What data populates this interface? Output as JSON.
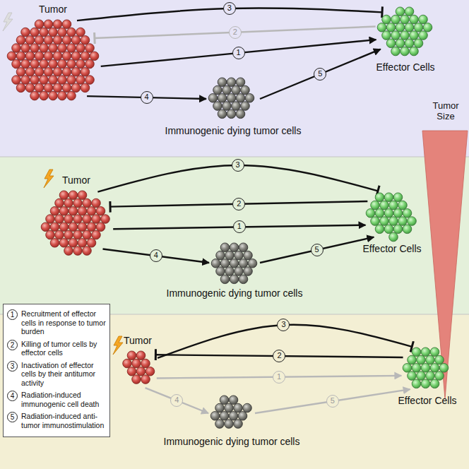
{
  "diagram": {
    "nodes": [
      {
        "text": [
          "Tumor"
        ]
      },
      {
        "text": [
          "Effector Cells"
        ]
      },
      {
        "text": [
          "Immunogenic dying tumor cells"
        ]
      },
      {
        "text": [
          "Tumor"
        ]
      },
      {
        "text": [
          "Effector Cells"
        ]
      },
      {
        "text": [
          "Immunogenic dying tumor cells"
        ]
      },
      {
        "text": [
          "Tumor"
        ]
      },
      {
        "text": [
          "Effector Cells"
        ]
      },
      {
        "text": [
          "Immunogenic dying tumor cells"
        ]
      }
    ],
    "edges": [
      {
        "from": 0,
        "to": 1,
        "label": "1",
        "arrow": "to"
      },
      {
        "from": 1,
        "to": 0,
        "label": "2",
        "arrow": "to"
      },
      {
        "from": 0,
        "to": 1,
        "label": "3",
        "arrow": "to"
      },
      {
        "from": 0,
        "to": 2,
        "label": "4",
        "arrow": "to"
      },
      {
        "from": 2,
        "to": 1,
        "label": "5",
        "arrow": "to"
      },
      {
        "from": 3,
        "to": 4,
        "label": "1",
        "arrow": "to"
      },
      {
        "from": 4,
        "to": 3,
        "label": "2",
        "arrow": "to"
      },
      {
        "from": 3,
        "to": 4,
        "label": "3",
        "arrow": "to"
      },
      {
        "from": 3,
        "to": 5,
        "label": "4",
        "arrow": "to"
      },
      {
        "from": 5,
        "to": 4,
        "label": "5",
        "arrow": "to"
      },
      {
        "from": 6,
        "to": 7,
        "label": "1",
        "arrow": "to"
      },
      {
        "from": 7,
        "to": 6,
        "label": "2",
        "arrow": "to"
      },
      {
        "from": 6,
        "to": 7,
        "label": "3",
        "arrow": "to"
      },
      {
        "from": 6,
        "to": 8,
        "label": "4",
        "arrow": "to"
      },
      {
        "from": 8,
        "to": 7,
        "label": "5",
        "arrow": "to"
      }
    ],
    "labels": [
      "1",
      "2",
      "3",
      "4",
      "5",
      "Tumor Size"
    ],
    "legend": [
      {
        "text": "Recruitment of effector cells in response to tumor burden"
      },
      {
        "text": "Killing of tumor cells by effector cells"
      },
      {
        "text": "Inactivation of effector cells by their antitumor activity"
      },
      {
        "text": "Radiation-induced immunogenic cell death"
      },
      {
        "text": "Radiation-induced anti-tumor immunostimulation"
      }
    ]
  }
}
